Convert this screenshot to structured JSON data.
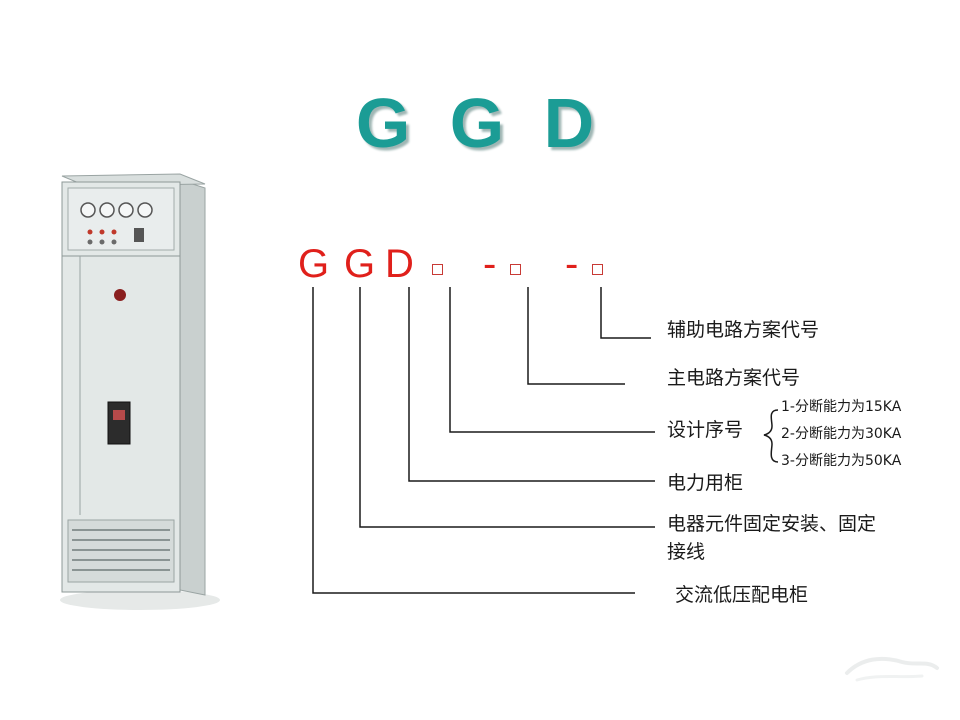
{
  "title": "G G D",
  "code": {
    "letters": [
      "G",
      "G",
      "D"
    ],
    "dash_1": "-",
    "dash_2": "-",
    "placeholder_boxes": 3
  },
  "labels": {
    "aux_circuit": "辅助电路方案代号",
    "main_circuit": "主电路方案代号",
    "design_serial": "设计序号",
    "power_cabinet": "电力用柜",
    "fixed_install_1": "电器元件固定安装、固定",
    "fixed_install_2": "接线",
    "ac_lv_cabinet": "交流低压配电柜"
  },
  "design_serial_options": [
    "1-分断能力为15KA",
    "2-分断能力为30KA",
    "3-分断能力为50KA"
  ],
  "colors": {
    "title": "#1b9c95",
    "code": "#e0201b",
    "lines": "#1a1a1a",
    "cabinet": "#dfe4e3"
  }
}
